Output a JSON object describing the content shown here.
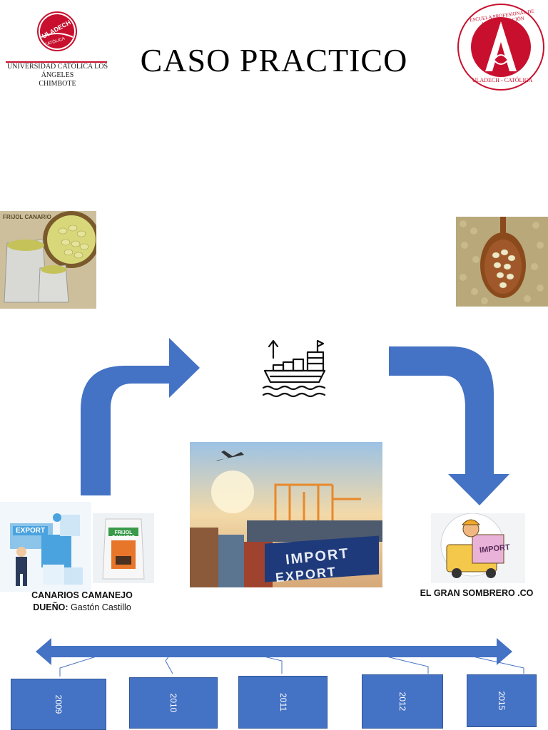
{
  "page": {
    "title": "CASO PRACTICO"
  },
  "logos": {
    "left": {
      "badge_text": "ULADECH",
      "badge_sub": "CATÓLICA",
      "line1": "UNIVERSIDAD CATÓLICA LOS ÁNGELES",
      "line2": "CHIMBOTE"
    },
    "right": {
      "ring_top": "ESCUELA PROFESIONAL DE ADMINISTRACIÓN",
      "ring_bottom": "ULADECH - CATÓLICA"
    }
  },
  "images": {
    "beans_left_label": "FRIJOL CANARIO",
    "export_label": "EXPORT",
    "product_label": "FRIJOL CANARIO",
    "import_label": "IMPORT",
    "export_container": "EXPORT",
    "import_container": "IMPORT"
  },
  "exporter": {
    "name": "CANARIOS CAMANEJO",
    "owner_label": "DUEÑO:",
    "owner_name": "Gastón Castillo"
  },
  "importer": {
    "name": "EL GRAN SOMBRERO .CO"
  },
  "timeline": {
    "years": [
      "2009",
      "2010",
      "2011",
      "2012",
      "2015"
    ]
  },
  "colors": {
    "arrow": "#4472c4",
    "box": "#4472c4",
    "brand_red": "#c8102e"
  }
}
